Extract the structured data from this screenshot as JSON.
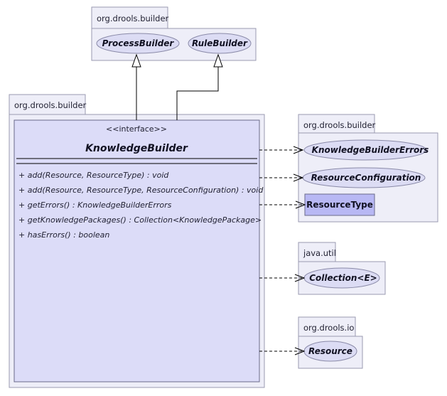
{
  "packages": {
    "top": "org.drools.builder",
    "main": "org.drools.builder",
    "right_builder": "org.drools.builder",
    "java_util": "java.util",
    "drools_io": "org.drools.io"
  },
  "nodes": {
    "process_builder": "ProcessBuilder",
    "rule_builder": "RuleBuilder",
    "knowledge_builder_errors": "KnowledgeBuilderErrors",
    "resource_configuration": "ResourceConfiguration",
    "resource_type": "ResourceType",
    "collection": "Collection<E>",
    "resource": "Resource"
  },
  "interface": {
    "stereotype": "<<interface>>",
    "name": "KnowledgeBuilder",
    "methods": [
      "+ add(Resource, ResourceType) : void",
      "+ add(Resource, ResourceType, ResourceConfiguration) : void",
      "+ getErrors() : KnowledgeBuilderErrors",
      "+ getKnowledgePackages() : Collection<KnowledgePackage>",
      "+ hasErrors() : boolean"
    ]
  },
  "colors": {
    "package_fill": "#eeeef8",
    "ellipse_fill": "#dcdcf4",
    "class_fill": "#dcdcf8",
    "enum_fill": "#b8b8f4"
  }
}
